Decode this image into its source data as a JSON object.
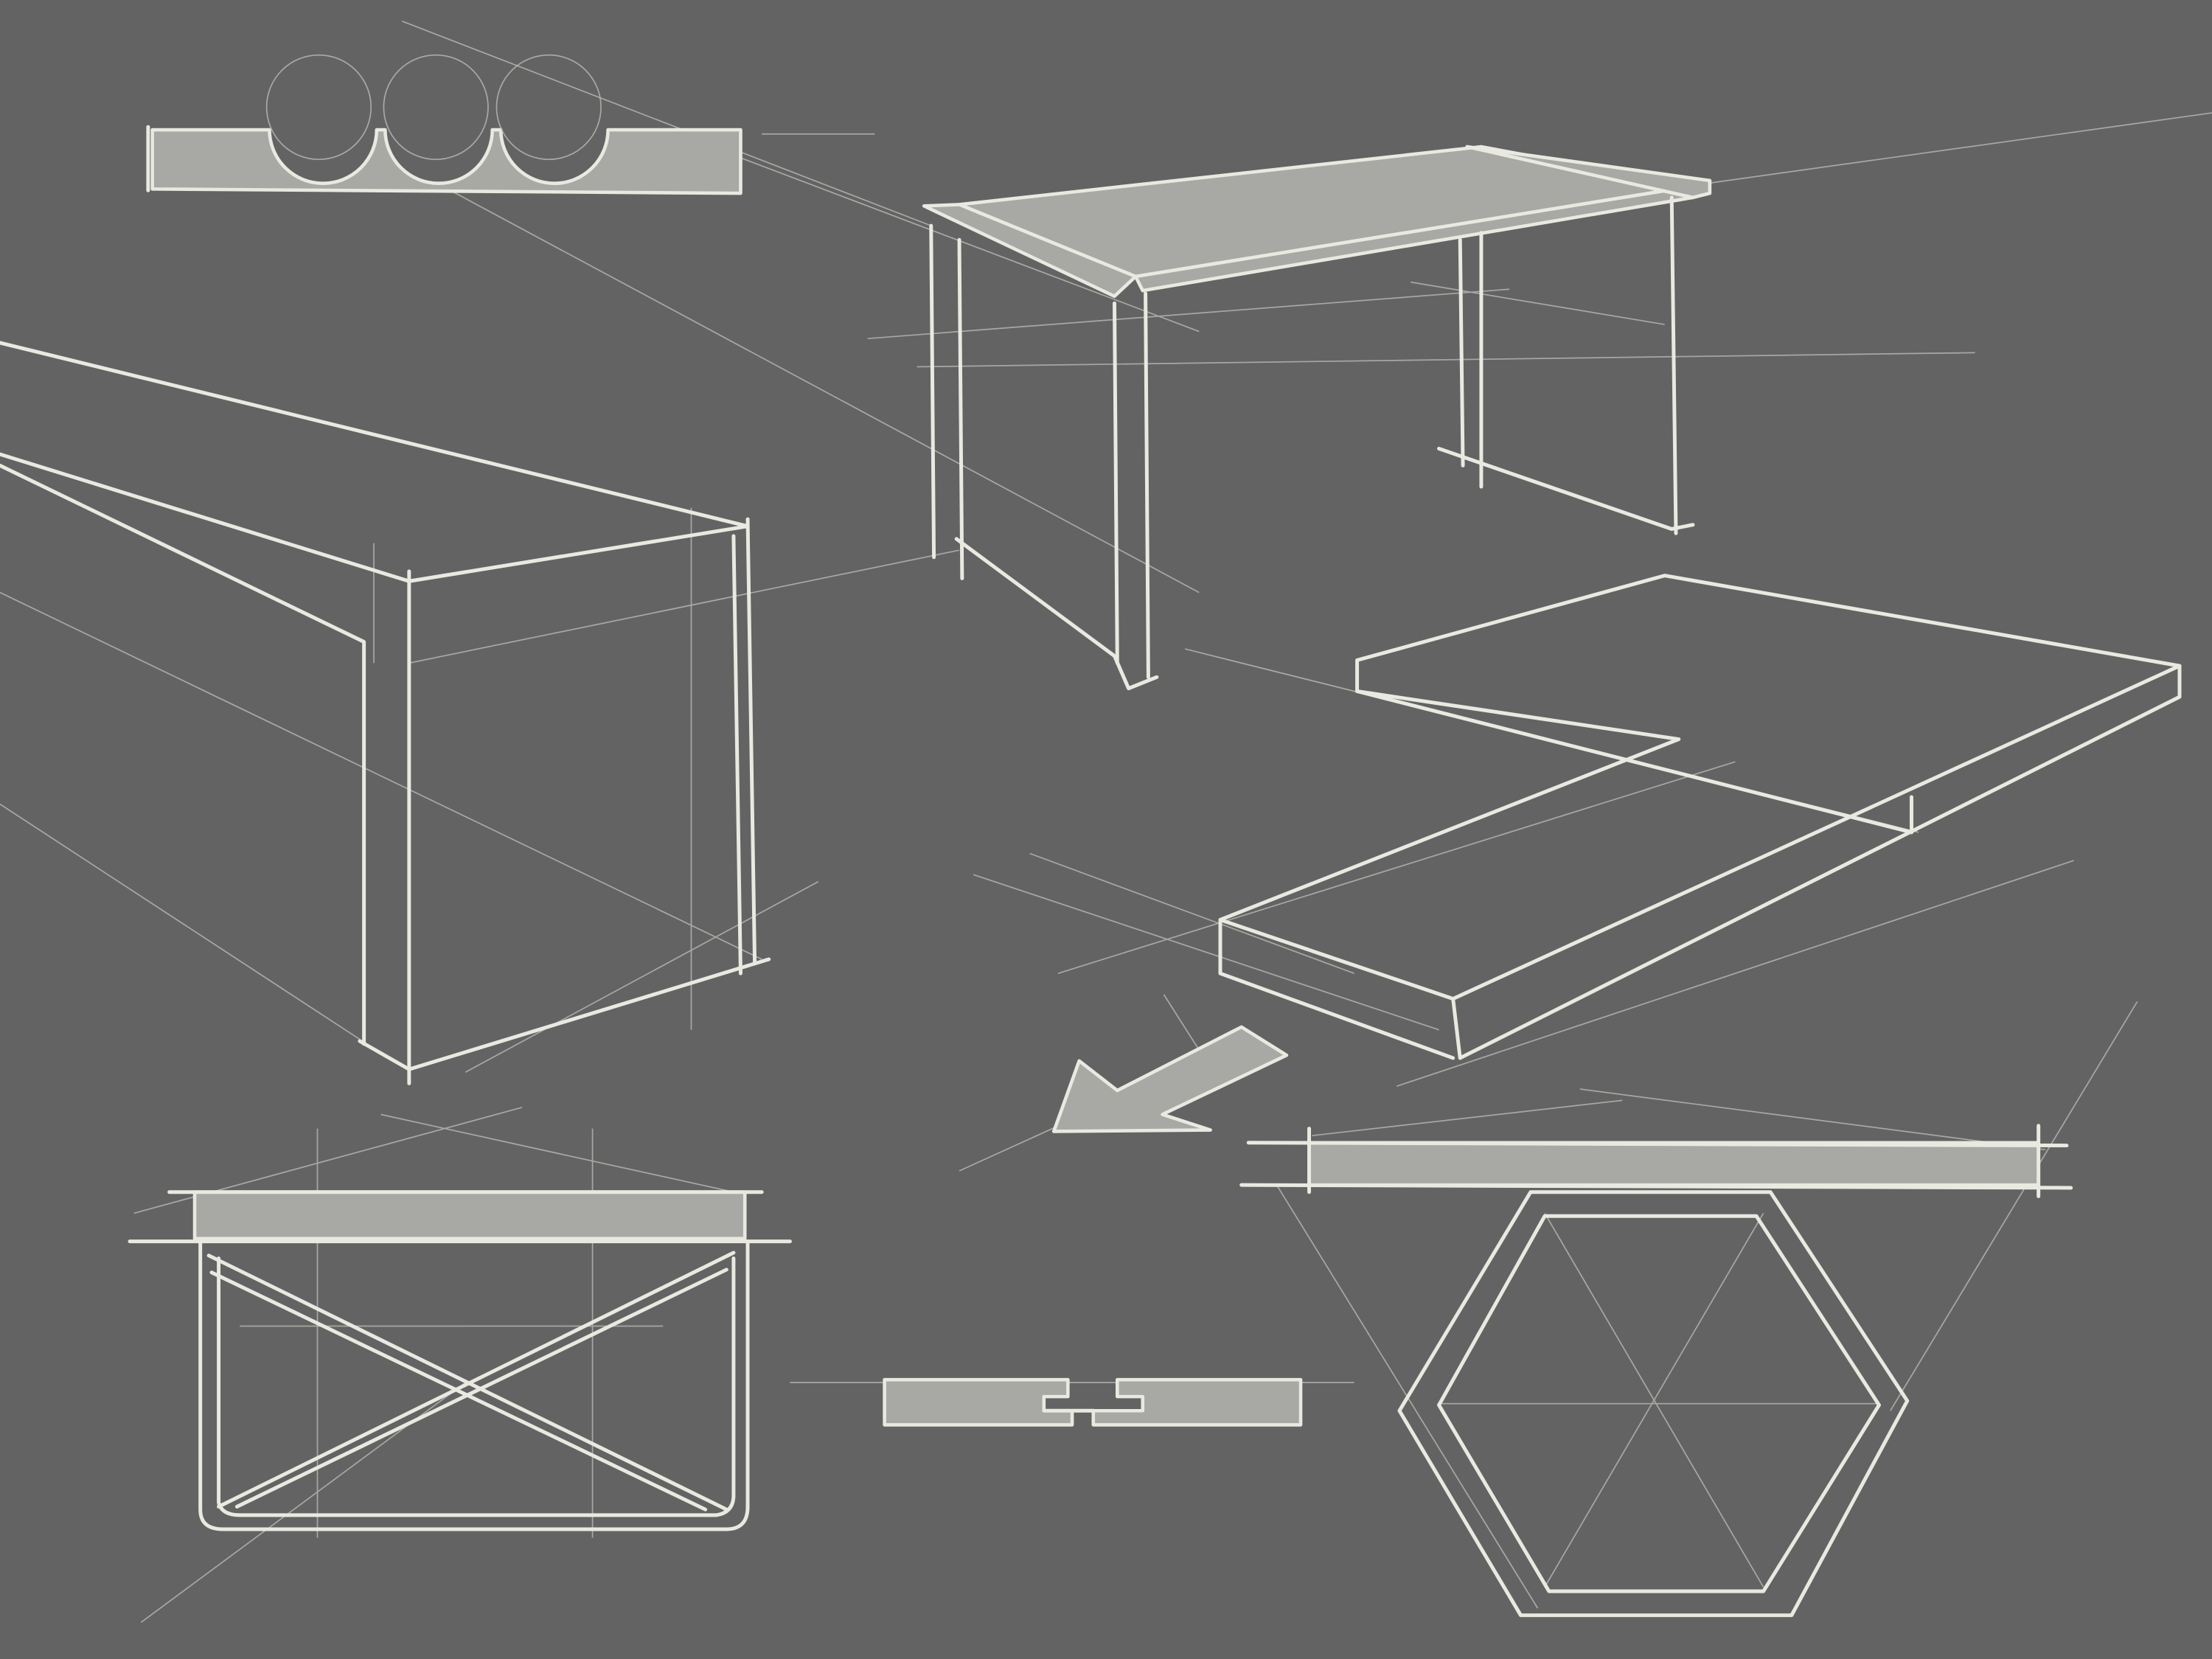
{
  "colors": {
    "background": "#636363",
    "line": "#e9e9e1",
    "material_fill": "#a8a9a4"
  },
  "sketches": [
    {
      "subject": "board-with-semicircle-cutouts"
    },
    {
      "subject": "long-box-bench"
    },
    {
      "subject": "table-perspective"
    },
    {
      "subject": "l-shaped-slab"
    },
    {
      "subject": "direction-arrow"
    },
    {
      "subject": "x-frame-table-elevation"
    },
    {
      "subject": "joint-section"
    },
    {
      "subject": "hexagon-base-table-elevation"
    }
  ]
}
